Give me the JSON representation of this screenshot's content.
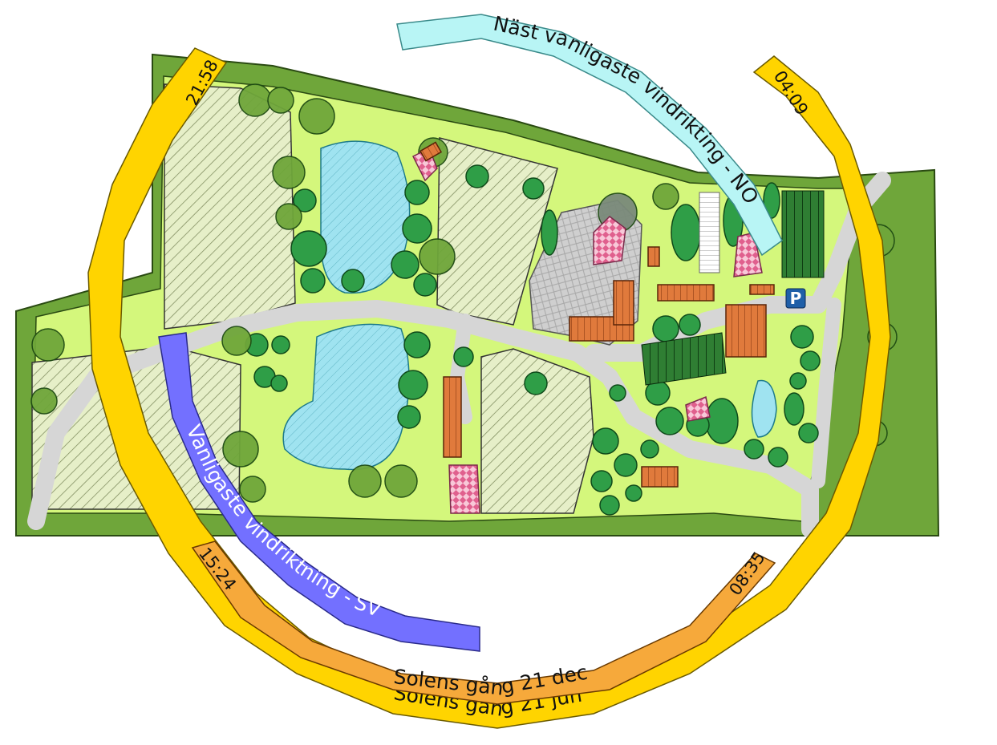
{
  "map": {
    "wind_primary_label": "Vanligaste vindriktning - SV",
    "wind_secondary_label": "Näst vanligaste vindrikting - NO",
    "sun_summer_label": "Solens gång 21 jun",
    "sun_winter_label": "Solens gång 21 dec",
    "summer_sunrise": "04:09",
    "summer_sunset": "21:58",
    "winter_sunrise": "08:35",
    "winter_sunset": "15:24",
    "parking_label": "P"
  },
  "colors": {
    "grass_dark": "#6fa63a",
    "grass_light": "#d4f77c",
    "water": "#9fe3f0",
    "trees": "#2f9e47",
    "path": "#d6d6d6",
    "roof": "#e07a3c",
    "sun_summer": "#ffd400",
    "sun_winter": "#f6a93b",
    "wind_primary": "#7370ff",
    "wind_secondary": "#b8f5f5",
    "parking": "#1f5fa8"
  }
}
